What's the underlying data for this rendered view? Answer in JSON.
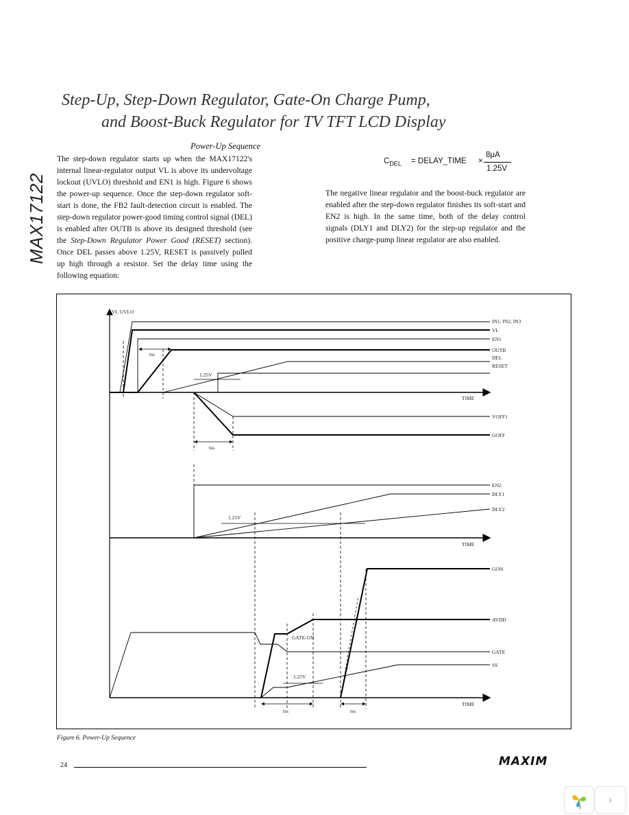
{
  "header": {
    "title_line1": "Step-Up, Step-Down Regulator, Gate-On Charge Pump,",
    "title_line2": "and Boost-Buck Regulator for TV TFT LCD Display",
    "side_part_number": "MAX17122"
  },
  "section": {
    "heading": "Power-Up Sequence"
  },
  "left_column": {
    "p1_start": "The step-down regulator starts up when the MAX17122's internal linear-regulator output VL is above its undervoltage lockout (UVLO) threshold and EN1 is high. Figure 6 shows the power-up sequence. Once the step-down regulator soft-start is done, the FB2 fault-detection circuit is enabled. The step-down regulator power-good timing control signal (DEL) is enabled after OUTB is above its designed threshold (see the ",
    "p1_italic": "Step-Down Regulator Power Good (RESET)",
    "p1_end": " section). Once DEL passes above 1.25V, RESET is passively pulled up high through a resistor. Set the delay time using the following equation:"
  },
  "equation": {
    "lhs": "C",
    "lhs_sub": "DEL",
    "mid": "= DELAY_TIME",
    "times": "×",
    "numerator": "8μA",
    "denominator": "1.25V"
  },
  "right_column": {
    "p1": "The negative linear regulator and the boost-buck regulator are enabled after the step-down regulator finishes its soft-start and EN2 is high. In the same time, both of the delay control signals (DLY1 and DLY2) for the step-up regulator and the positive charge-pump linear regulator are also enabled."
  },
  "figure": {
    "y_axis_label": "VL UVLO",
    "threshold_label": "1.25V",
    "time_label": "TIME",
    "gate_on_label": "GATE-ON",
    "ss_interval_label": "tss",
    "panel1_signals": [
      "IN1, IN2, IN3",
      "VL",
      "EN1",
      "OUTB",
      "DEL",
      "RESET"
    ],
    "panel2_signals": [
      "VOFF1",
      "GOFF"
    ],
    "panel3_signals": [
      "EN2",
      "DLY1",
      "DLY2"
    ],
    "panel4_signals": [
      "GON",
      "AVDD",
      "GATE",
      "SS"
    ],
    "caption": "Figure 6. Power-Up Sequence"
  },
  "footer": {
    "page_number": "24",
    "brand": "MAXIM",
    "next_label": "›"
  },
  "colors": {
    "text": "#111111",
    "rule": "#000000",
    "logo_yellow": "#f2b705",
    "logo_green": "#8cc63f",
    "logo_blue": "#3a9ad9"
  }
}
